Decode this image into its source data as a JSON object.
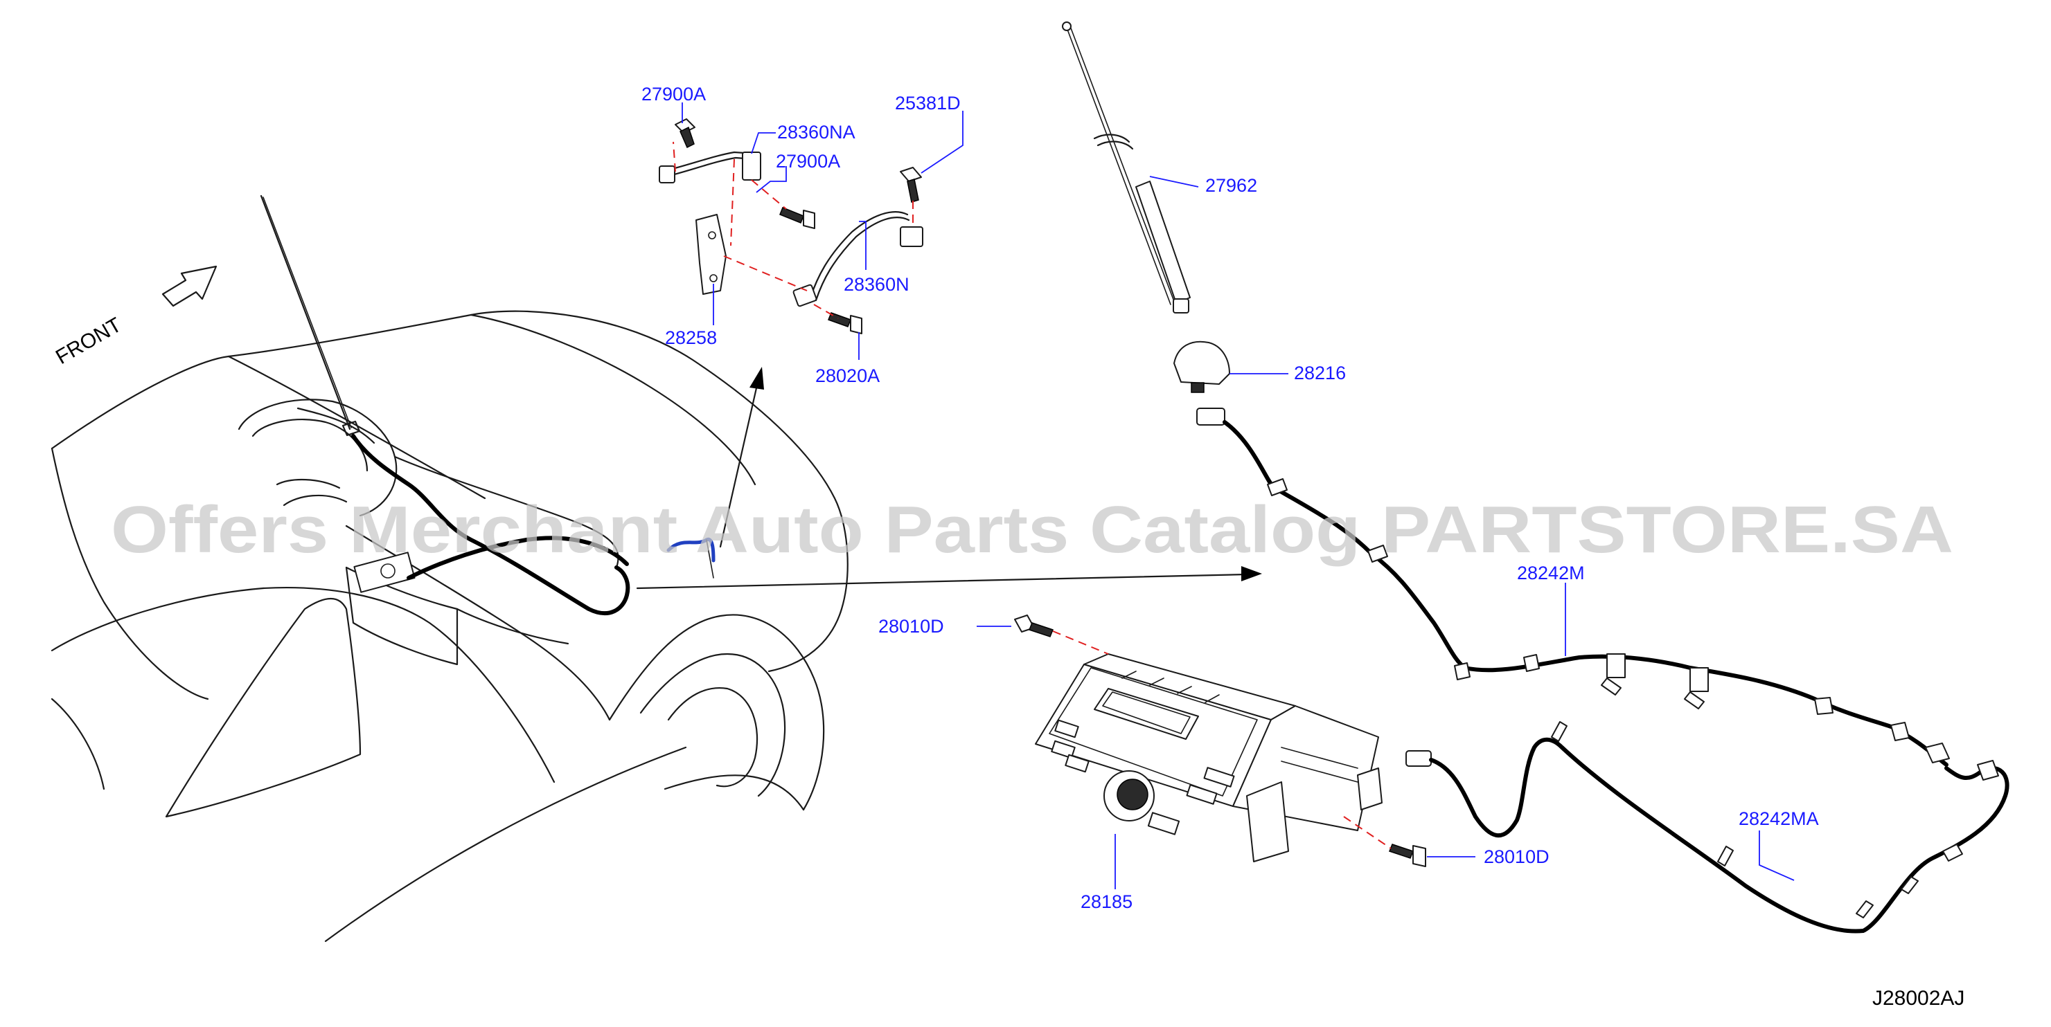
{
  "diagram_code": "J28002AJ",
  "direction_label": "FRONT",
  "watermark": "Offers Merchant Auto Parts Catalog PARTSTORE.SA",
  "callouts": [
    {
      "id": "c1",
      "text": "27900A"
    },
    {
      "id": "c2",
      "text": "28360NA"
    },
    {
      "id": "c3",
      "text": "25381D"
    },
    {
      "id": "c4",
      "text": "27900A"
    },
    {
      "id": "c5",
      "text": "28360N"
    },
    {
      "id": "c6",
      "text": "28258"
    },
    {
      "id": "c7",
      "text": "28020A"
    },
    {
      "id": "c8",
      "text": "27962"
    },
    {
      "id": "c9",
      "text": "28216"
    },
    {
      "id": "c10",
      "text": "28242M"
    },
    {
      "id": "c11",
      "text": "28010D"
    },
    {
      "id": "c12",
      "text": "28242MA"
    },
    {
      "id": "c13",
      "text": "28010D"
    },
    {
      "id": "c14",
      "text": "28185"
    }
  ],
  "colors": {
    "callout": "#1a1aff",
    "line": "#1a1a1a",
    "dashed": "#e02020",
    "watermark": "#c8c8c8"
  }
}
